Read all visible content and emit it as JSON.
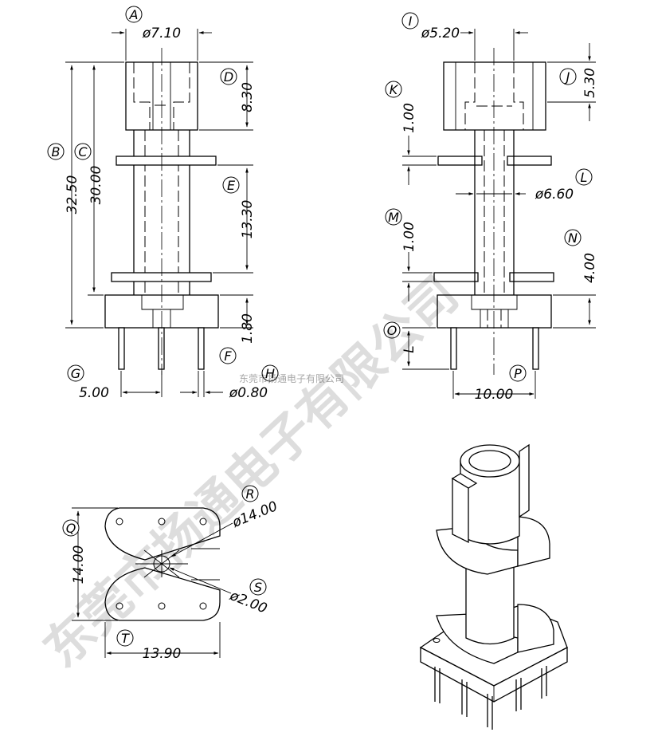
{
  "labels": {
    "A": "A",
    "B": "B",
    "C": "C",
    "D": "D",
    "E": "E",
    "F": "F",
    "G": "G",
    "H": "H",
    "I": "I",
    "J": "J",
    "K": "K",
    "L": "L",
    "M": "M",
    "N": "N",
    "O": "O",
    "P": "P",
    "Q": "Q",
    "R": "R",
    "S": "S",
    "T": "T"
  },
  "dims": {
    "A": "ø7.10",
    "B": "32.50",
    "C": "30.00",
    "D": "8.30",
    "E": "13.30",
    "F": "1.80",
    "G": "5.00",
    "H": "ø0.80",
    "I": "ø5.20",
    "J": "5.30",
    "K": "1.00",
    "L": "ø6.60",
    "M": "1.00",
    "N": "4.00",
    "O": "L",
    "P": "10.00",
    "Q": "14.00",
    "R": "ø14.00",
    "S": "ø2.00",
    "T": "13.90"
  },
  "watermark": {
    "big": "东莞市扬通电子有限公司",
    "small": "东莞市扬通电子有限公司"
  }
}
